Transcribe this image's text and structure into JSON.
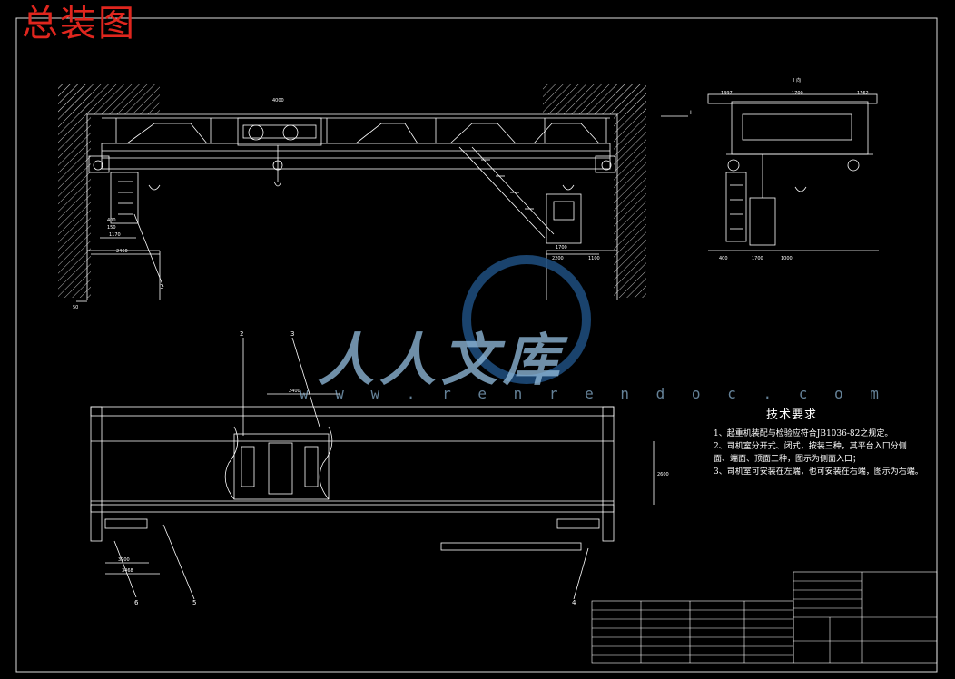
{
  "drawing": {
    "title": "总装图",
    "watermark": {
      "brand": "人人文库",
      "url": "w w w . r e n r e n d o c . c o m"
    },
    "tech_requirements": {
      "heading": "技术要求",
      "items": [
        "1、起重机装配与检验应符合JB1036-82之规定。",
        "2、司机室分开式、闭式，按装三种，其平台入口分侧",
        "面、端面、顶面三种，图示为侧面入口；",
        "3、司机室可安装在左端，也可安装在右端，图示为右端。"
      ]
    },
    "balloons": [
      "1",
      "2",
      "3",
      "4",
      "5",
      "6"
    ],
    "view_label": "I",
    "colors": {
      "background": "#000000",
      "lines": "#ffffff",
      "title": "#e0261e",
      "watermark": "#6fa3cf"
    }
  }
}
